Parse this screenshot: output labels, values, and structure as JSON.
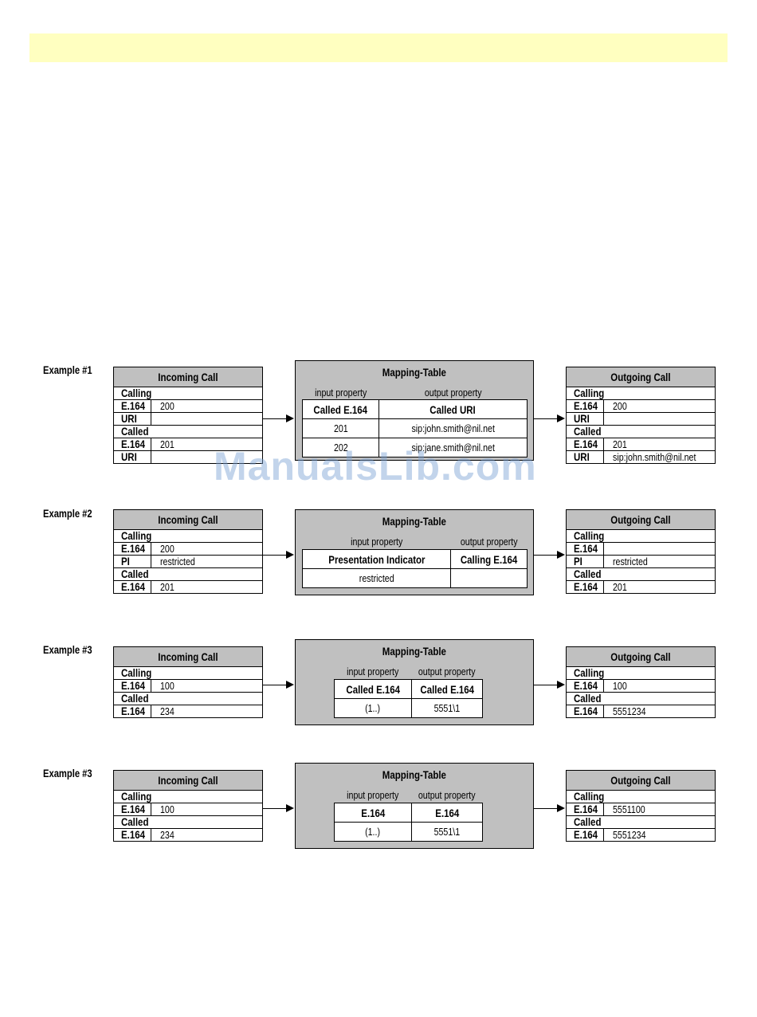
{
  "watermark": "ManualsLib.com",
  "examples": [
    {
      "label": "Example #1",
      "incoming": {
        "title": "Incoming Call",
        "rows": [
          {
            "key": "Calling",
            "val": ""
          },
          {
            "key": "E.164",
            "val": "200"
          },
          {
            "key": "URI",
            "val": ""
          },
          {
            "key": "Called",
            "val": ""
          },
          {
            "key": "E.164",
            "val": "201"
          },
          {
            "key": "URI",
            "val": ""
          }
        ]
      },
      "map": {
        "title": "Mapping-Table",
        "input_label": "input property",
        "output_label": "output property",
        "header": [
          "Called E.164",
          "Called URI"
        ],
        "rows": [
          [
            "201",
            "sip:john.smith@nil.net"
          ],
          [
            "202",
            "sip:jane.smith@nil.net"
          ]
        ]
      },
      "outgoing": {
        "title": "Outgoing Call",
        "rows": [
          {
            "key": "Calling",
            "val": ""
          },
          {
            "key": "E.164",
            "val": "200"
          },
          {
            "key": "URI",
            "val": ""
          },
          {
            "key": "Called",
            "val": ""
          },
          {
            "key": "E.164",
            "val": "201"
          },
          {
            "key": "URI",
            "val": "sip:john.smith@nil.net"
          }
        ]
      }
    },
    {
      "label": "Example #2",
      "incoming": {
        "title": "Incoming Call",
        "rows": [
          {
            "key": "Calling",
            "val": ""
          },
          {
            "key": "E.164",
            "val": "200"
          },
          {
            "key": "PI",
            "val": "restricted"
          },
          {
            "key": "Called",
            "val": ""
          },
          {
            "key": "E.164",
            "val": "201"
          }
        ]
      },
      "map": {
        "title": "Mapping-Table",
        "input_label": "input property",
        "output_label": "output property",
        "header": [
          "Presentation Indicator",
          "Calling E.164"
        ],
        "rows": [
          [
            "restricted",
            ""
          ]
        ]
      },
      "outgoing": {
        "title": "Outgoing Call",
        "rows": [
          {
            "key": "Calling",
            "val": ""
          },
          {
            "key": "E.164",
            "val": ""
          },
          {
            "key": "PI",
            "val": "restricted"
          },
          {
            "key": "Called",
            "val": ""
          },
          {
            "key": "E.164",
            "val": "201"
          }
        ]
      }
    },
    {
      "label": "Example #3",
      "incoming": {
        "title": "Incoming Call",
        "rows": [
          {
            "key": "Calling",
            "val": ""
          },
          {
            "key": "E.164",
            "val": "100"
          },
          {
            "key": "Called",
            "val": ""
          },
          {
            "key": "E.164",
            "val": "234"
          }
        ]
      },
      "map": {
        "title": "Mapping-Table",
        "input_label": "input property",
        "output_label": "output property",
        "header": [
          "Called E.164",
          "Called E.164"
        ],
        "rows": [
          [
            "(1..)",
            "5551\\1"
          ]
        ]
      },
      "outgoing": {
        "title": "Outgoing Call",
        "rows": [
          {
            "key": "Calling",
            "val": ""
          },
          {
            "key": "E.164",
            "val": "100"
          },
          {
            "key": "Called",
            "val": ""
          },
          {
            "key": "E.164",
            "val": "5551234"
          }
        ]
      }
    },
    {
      "label": "Example #3",
      "incoming": {
        "title": "Incoming Call",
        "rows": [
          {
            "key": "Calling",
            "val": ""
          },
          {
            "key": "E.164",
            "val": "100"
          },
          {
            "key": "Called",
            "val": ""
          },
          {
            "key": "E.164",
            "val": "234"
          }
        ]
      },
      "map": {
        "title": "Mapping-Table",
        "input_label": "input property",
        "output_label": "output property",
        "header": [
          "E.164",
          "E.164"
        ],
        "rows": [
          [
            "(1..)",
            "5551\\1"
          ]
        ]
      },
      "outgoing": {
        "title": "Outgoing Call",
        "rows": [
          {
            "key": "Calling",
            "val": ""
          },
          {
            "key": "E.164",
            "val": "5551100"
          },
          {
            "key": "Called",
            "val": ""
          },
          {
            "key": "E.164",
            "val": "5551234"
          }
        ]
      }
    }
  ]
}
